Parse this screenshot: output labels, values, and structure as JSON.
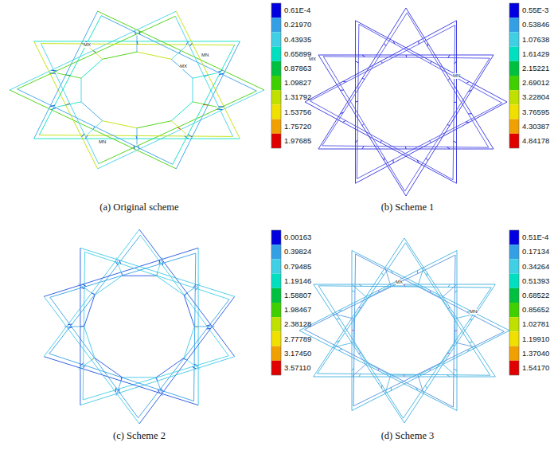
{
  "diagram": {
    "labels": [
      "0.61E-4",
      "0.21970",
      "0.43935",
      "0.65899",
      "0.87863",
      "1.09827",
      "1.31792",
      "1.53756",
      "1.75720",
      "1.97685",
      "0.55E-3",
      "0.53846",
      "1.07638",
      "1.61429",
      "2.15221",
      "2.69012",
      "3.22804",
      "3.76595",
      "4.30387",
      "4.84178",
      "0.00163",
      "0.39824",
      "0.79485",
      "1.19146",
      "1.58807",
      "1.98467",
      "2.38128",
      "2.77789",
      "3.17450",
      "3.57110",
      "0.51E-4",
      "0.17134",
      "0.34264",
      "0.51393",
      "0.68522",
      "0.85652",
      "1.02781",
      "1.19910",
      "1.37040",
      "1.54170",
      "(a) Original scheme",
      "(b) Scheme 1",
      "(c) Scheme 2",
      "(d) Scheme 3",
      "MN",
      "MX",
      "MX",
      "MN",
      "MX",
      "MN",
      "MX",
      "MN"
    ]
  }
}
